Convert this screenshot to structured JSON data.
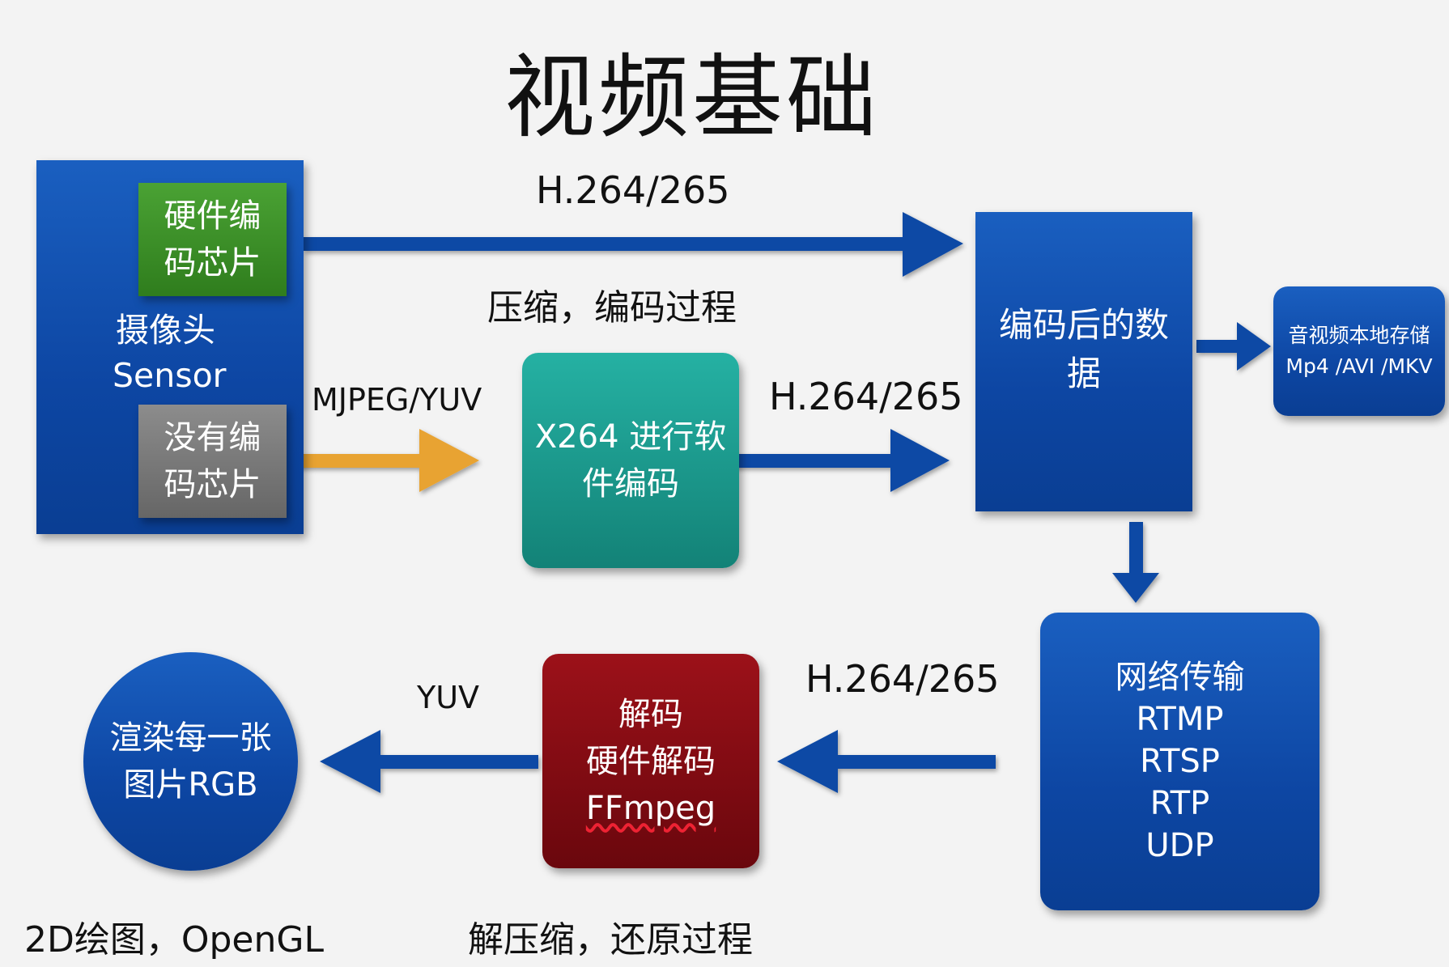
{
  "title": "视频基础",
  "camera": {
    "name_line1": "摄像头",
    "name_line2": "Sensor",
    "hw_chip_line1": "硬件编",
    "hw_chip_line2": "码芯片",
    "no_chip_line1": "没有编",
    "no_chip_line2": "码芯片"
  },
  "x264": {
    "line1": "X264 进行软",
    "line2": "件编码"
  },
  "encoded": {
    "line1": "编码后的数",
    "line2": "据"
  },
  "storage": {
    "line1": "音视频本地存储",
    "line2": "Mp4 /AVI /MKV"
  },
  "network": {
    "line1": "网络传输",
    "line2": "RTMP",
    "line3": "RTSP",
    "line4": "RTP",
    "line5": "UDP"
  },
  "decode": {
    "line1": "解码",
    "line2": "硬件解码",
    "line3": "FFmpeg"
  },
  "render": {
    "line1": "渲染每一张",
    "line2": "图片RGB"
  },
  "labels": {
    "h264_top": "H.264/265",
    "compress": "压缩，编码过程",
    "mjpeg": "MJPEG/YUV",
    "h264_mid": "H.264/265",
    "h264_bottom": "H.264/265",
    "yuv": "YUV",
    "render_caption": "2D绘图，OpenGL",
    "decompress": "解压缩，还原过程"
  },
  "colors": {
    "blue_box": "#0d46a3",
    "arrow_blue": "#0e4aa5",
    "arrow_orange": "#e8a332",
    "hw_chip_green": "#3c8f27",
    "no_chip_gray": "#7d7d7d",
    "x264_teal": "#1a9e92",
    "decode_red": "#7e0a12"
  }
}
